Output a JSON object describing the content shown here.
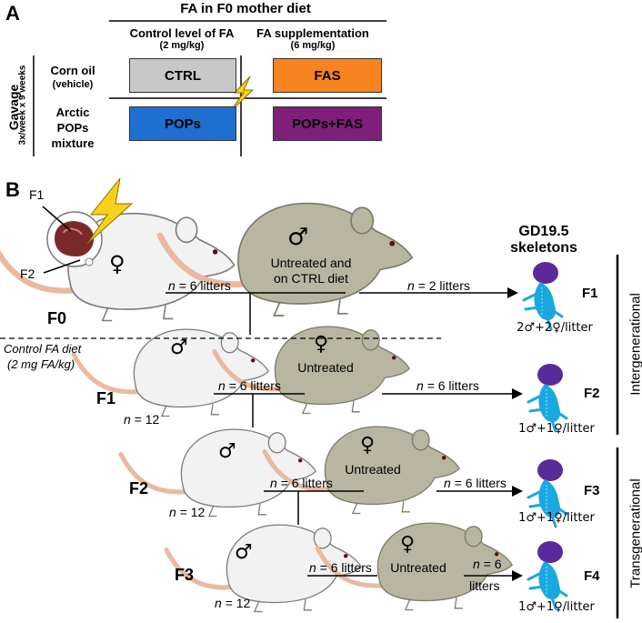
{
  "panel_a": {
    "label": "A",
    "title": "FA in F0 mother diet",
    "col1_header": "Control level of FA",
    "col1_sub": "(2 mg/kg)",
    "col2_header": "FA supplementation",
    "col2_sub": "(6 mg/kg)",
    "row_axis_title": "Gavage",
    "row_axis_sub": "3x/week x 9 weeks",
    "row1_label_line1": "Corn oil",
    "row1_label_line2": "(vehicle)",
    "row2_label_line1": "Arctic",
    "row2_label_line2": "POPs",
    "row2_label_line3": "mixture",
    "groups": [
      {
        "label": "CTRL",
        "color": "#c8c8c8"
      },
      {
        "label": "FAS",
        "color": "#f7841f"
      },
      {
        "label": "POPs",
        "color": "#1f6fd0"
      },
      {
        "label": "POPs+FAS",
        "color": "#7f1f7a"
      }
    ]
  },
  "panel_b": {
    "label": "B",
    "f0_upper_label": "F1",
    "f0_lower_label": "F2",
    "gen_labels": [
      "F0",
      "F1",
      "F2",
      "F3"
    ],
    "male_f0_text_line1": "Untreated and",
    "male_f0_text_line2": "on CTRL diet",
    "untreated": "Untreated",
    "control_diet_line1": "Control  FA diet",
    "control_diet_line2": "(2 mg FA/kg)",
    "n_litters_6": "= 6 litters",
    "n_litters_2": "= 2 litters",
    "n_12": "= 12",
    "n_6": "= 6",
    "litters": "litters",
    "n_letter": "n",
    "gd_title_line1": "GD19.5",
    "gd_title_line2": "skeletons",
    "fetus_labels": [
      "F1",
      "F2",
      "F3",
      "F4"
    ],
    "fetus_counts": [
      "2♂+2♀/litter",
      "1♂+1♀/litter",
      "1♂+1♀/litter",
      "1♂+1♀/litter"
    ],
    "intergenerational": "Intergenerational",
    "transgenerational": "Transgenerational",
    "male_symbol": "♂",
    "female_symbol": "♀"
  },
  "colors": {
    "white_rat": "#f2f2f2",
    "grey_rat": "#b8b6a0",
    "outline": "#7a7a7a",
    "tail": "#f1c9b3",
    "lightning": "#f6d21a",
    "skeleton_blue": "#1ba8e0",
    "skeleton_purple": "#5a2a9a"
  }
}
